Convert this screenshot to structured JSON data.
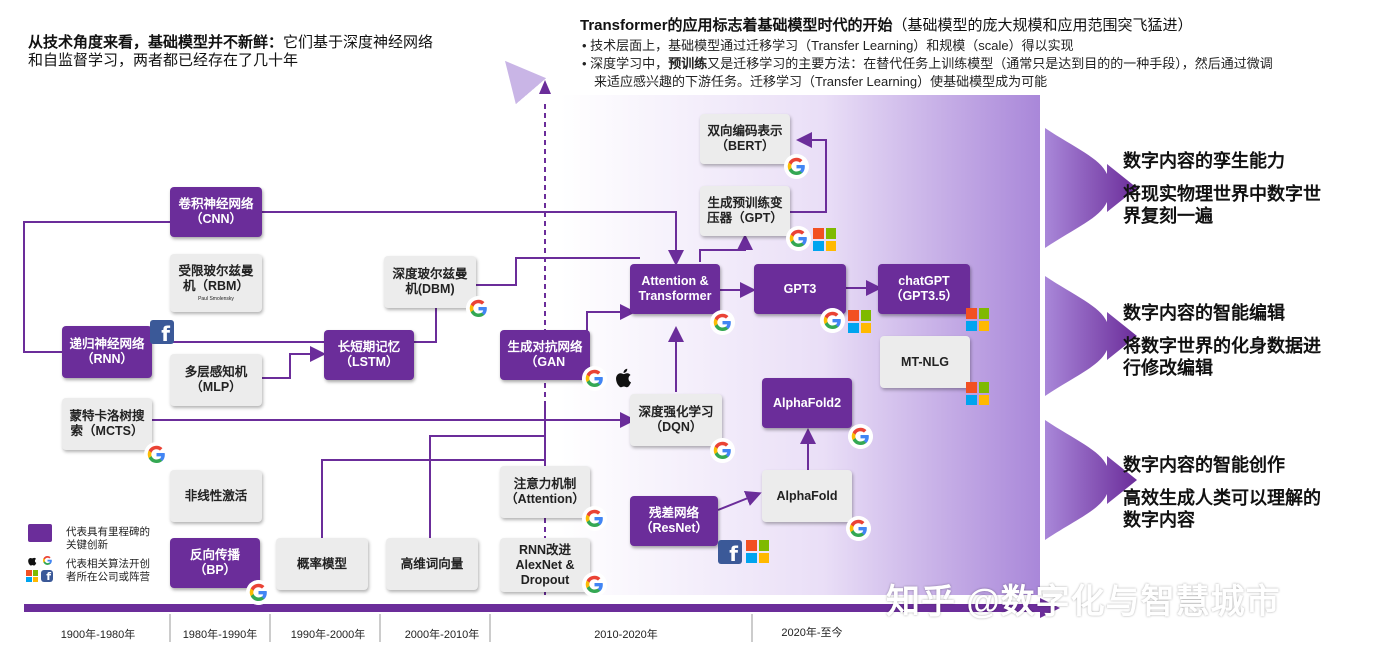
{
  "header": {
    "left_title_bold": "从技术角度来看，基础模型并不新鲜：",
    "left_title_rest": "它们基于深度神经网络",
    "left_title_line2": "和自监督学习，两者都已经存在了几十年",
    "right_title_bold": "Transformer的应用标志着基础模型时代的开始",
    "right_title_rest": "（基础模型的庞大规模和应用范围突飞猛进）",
    "bullet1": "技术层面上，基础模型通过迁移学习（Transfer Learning）和规模（scale）得以实现",
    "bullet2_pre": "深度学习中，",
    "bullet2_bold": "预训练",
    "bullet2_rest": "又是迁移学习的主要方法：在替代任务上训练模型（通常只是达到目的的一种手段），然后通过微调",
    "bullet3": "来适应感兴趣的下游任务。迁移学习（Transfer Learning）使基础模型成为可能"
  },
  "boxes": {
    "cnn": "卷积神经网络\n（CNN）",
    "rbm": "受限玻尔兹曼\n机（RBM）",
    "rbm_sub": "Paul Smolensky",
    "dbm": "深度玻尔兹曼\n机(DBM)",
    "rnn": "递归神经网络\n（RNN）",
    "mlp": "多层感知机\n（MLP）",
    "lstm": "长短期记忆\n（LSTM）",
    "gan": "生成对抗网络\n（GAN",
    "mcts": "蒙特卡洛树搜\n索（MCTS）",
    "dqn": "深度强化学习\n（DQN）",
    "nonlinear": "非线性激活",
    "bp": "反向传播（BP）",
    "prob": "概率模型",
    "wordvec": "高维词向量",
    "attention_mech": "注意力机制\n（Attention）",
    "rnn_improve": "RNN改进\nAlexNet &\nDropout",
    "resnet": "残差网络\n（ResNet）",
    "alphafold": "AlphaFold",
    "alphafold2": "AlphaFold2",
    "attention_transformer": "Attention &\nTransformer",
    "gpt3": "GPT3",
    "chatgpt": "chatGPT\n（GPT3.5）",
    "mtnlg": "MT-NLG",
    "bert": "双向编码表示\n（BERT）",
    "gpt": "生成预训练变\n压器（GPT）"
  },
  "legend": {
    "milestone": "代表具有里程碑的\n关键创新",
    "company": "代表相关算法开创\n者所在公司或阵营"
  },
  "right": {
    "t1": "数字内容的孪生能力",
    "d1": "将现实物理世界中数字世\n界复刻一遍",
    "t2": "数字内容的智能编辑",
    "d2": "将数字世界的化身数据进\n行修改编辑",
    "t3": "数字内容的智能创作",
    "d3": "高效生成人类可以理解的\n数字内容"
  },
  "timeline": [
    "1900年-1980年",
    "1980年-1990年",
    "1990年-2000年",
    "2000年-2010年",
    "2010-2020年",
    "2020年-至今"
  ],
  "watermark": "知乎 @数字化与智慧城市",
  "icons": {
    "google": "google-icon",
    "microsoft": "microsoft-icon",
    "facebook": "facebook-icon",
    "apple": "apple-icon"
  },
  "colors": {
    "purple": "#6b2d9a",
    "grey_box": "#ececec",
    "arrow": "#6b2d9a",
    "gradient_end": "#a987d9"
  }
}
